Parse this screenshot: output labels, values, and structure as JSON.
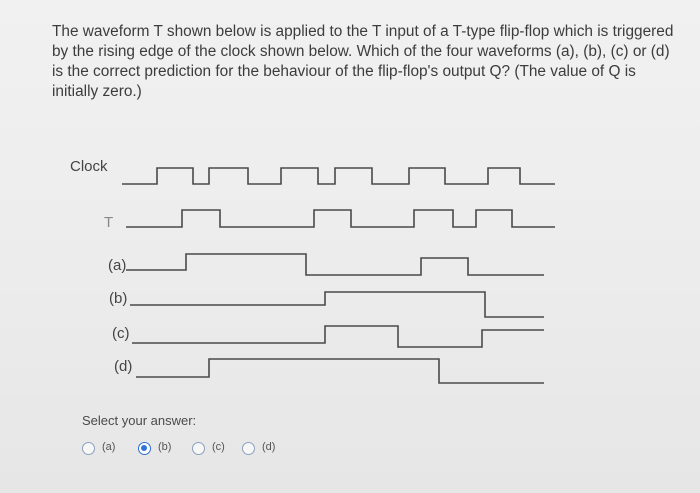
{
  "question": {
    "text": "The waveform T shown below is applied to the T input of a T-type flip-flop which is triggered by the rising edge of the clock shown below. Which of the four waveforms (a), (b), (c) or (d) is the correct prediction for the behaviour of the flip-flop's output Q? (The value of Q is initially zero.)"
  },
  "waveforms": {
    "labels": {
      "clock": "Clock",
      "t": "T",
      "a": "(a)",
      "b": "(b)",
      "c": "(c)",
      "d": "(d)"
    },
    "line_color": "#4a4a4a"
  },
  "answer": {
    "prompt": "Select your answer:",
    "options": [
      {
        "label": "(a)",
        "selected": false
      },
      {
        "label": "(b)",
        "selected": true
      },
      {
        "label": "(c)",
        "selected": false
      },
      {
        "label": "(d)",
        "selected": false
      }
    ]
  }
}
